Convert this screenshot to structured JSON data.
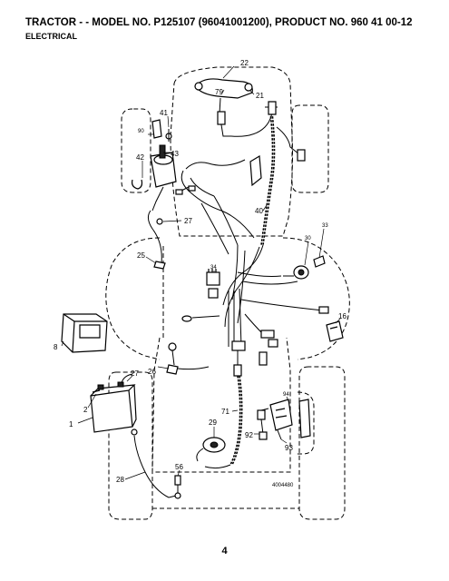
{
  "header": {
    "title": "TRACTOR - - MODEL NO. P125107 (96041001200), PRODUCT NO. 960 41 00-12",
    "subtitle": "ELECTRICAL"
  },
  "diagram": {
    "part_labels": {
      "p22": "22",
      "p79": "79",
      "p21": "21",
      "p41": "41",
      "p90": "90",
      "p43": "43",
      "p42": "42",
      "p27a": "27",
      "p40": "40",
      "p33": "33",
      "p30": "30",
      "p25": "25",
      "p34": "34",
      "p16": "16",
      "p8": "8",
      "p27b": "27",
      "p26": "26",
      "p2": "2",
      "p1": "1",
      "p71": "71",
      "p94": "94",
      "p92": "92",
      "p93": "93",
      "p29": "29",
      "p56": "56",
      "p28": "28"
    },
    "drawing_number": "4004480"
  },
  "footer": {
    "page_number": "4"
  }
}
